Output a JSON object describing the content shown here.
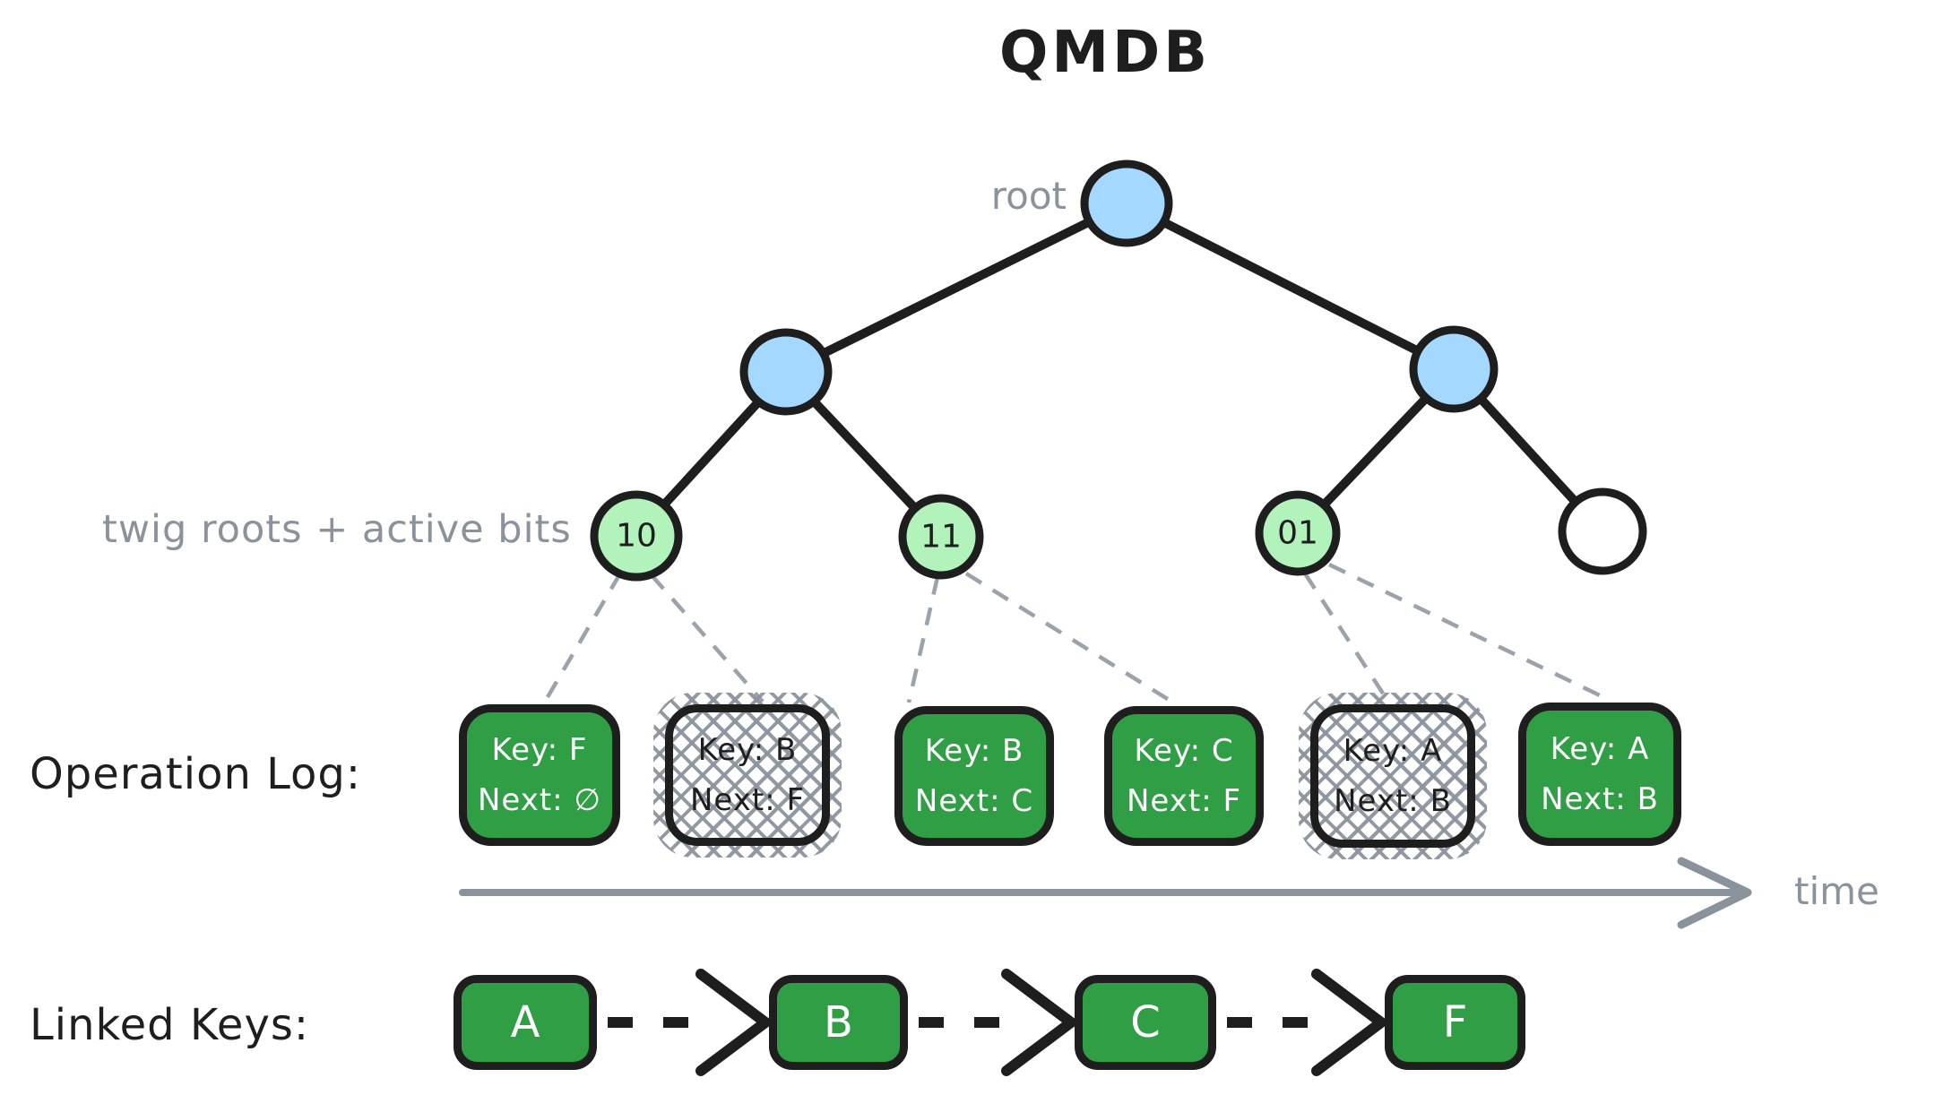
{
  "title": "QMDB",
  "colors": {
    "ink": "#1e1e1e",
    "node_blue": "#a5d8ff",
    "twig_green": "#b2f2bb",
    "entry_green": "#2f9e44",
    "muted_gray": "#8a929b",
    "background": "#ffffff"
  },
  "tree": {
    "root_label": "root",
    "twig_label": "twig roots + active bits",
    "twigs": [
      {
        "bits": "10"
      },
      {
        "bits": "11"
      },
      {
        "bits": "01"
      },
      {
        "bits": ""
      }
    ]
  },
  "operation_log": {
    "label": "Operation Log:",
    "time_label": "time",
    "entries": [
      {
        "key_label": "Key: F",
        "next_label": "Next: ∅",
        "state": "current"
      },
      {
        "key_label": "Key: B",
        "next_label": "Next: F",
        "state": "superseded"
      },
      {
        "key_label": "Key: B",
        "next_label": "Next: C",
        "state": "current"
      },
      {
        "key_label": "Key: C",
        "next_label": "Next: F",
        "state": "current"
      },
      {
        "key_label": "Key: A",
        "next_label": "Next: B",
        "state": "superseded"
      },
      {
        "key_label": "Key: A",
        "next_label": "Next: B",
        "state": "current"
      }
    ]
  },
  "linked_keys": {
    "label": "Linked Keys:",
    "keys": [
      "A",
      "B",
      "C",
      "F"
    ]
  }
}
